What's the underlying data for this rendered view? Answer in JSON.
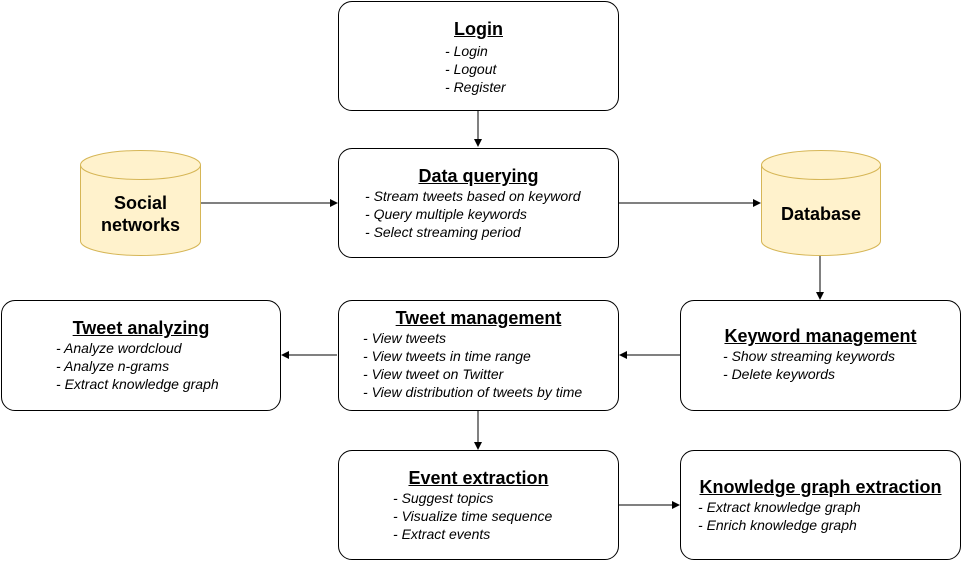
{
  "colors": {
    "cylinder_fill": "#fff2cc",
    "cylinder_stroke": "#d6b656"
  },
  "login": {
    "title": "Login",
    "items": [
      "Login",
      "Logout",
      "Register"
    ]
  },
  "data_querying": {
    "title": "Data querying",
    "items": [
      "Stream tweets based on keyword",
      "Query multiple keywords",
      "Select streaming period"
    ]
  },
  "social_networks": {
    "line1": "Social",
    "line2": "networks"
  },
  "database": {
    "label": "Database"
  },
  "tweet_analyzing": {
    "title": "Tweet analyzing",
    "items": [
      "Analyze wordcloud",
      "Analyze n-grams",
      "Extract knowledge graph"
    ]
  },
  "tweet_management": {
    "title": "Tweet management",
    "items": [
      "View tweets",
      "View tweets in time range",
      "View tweet on Twitter",
      "View distribution of tweets by time"
    ]
  },
  "keyword_management": {
    "title": "Keyword management",
    "items": [
      "Show streaming keywords",
      "Delete keywords"
    ]
  },
  "event_extraction": {
    "title": "Event extraction",
    "items": [
      "Suggest topics",
      "Visualize time sequence",
      "Extract events"
    ]
  },
  "kg_extraction": {
    "title": "Knowledge graph extraction",
    "items": [
      "Extract knowledge graph",
      "Enrich knowledge graph"
    ]
  }
}
